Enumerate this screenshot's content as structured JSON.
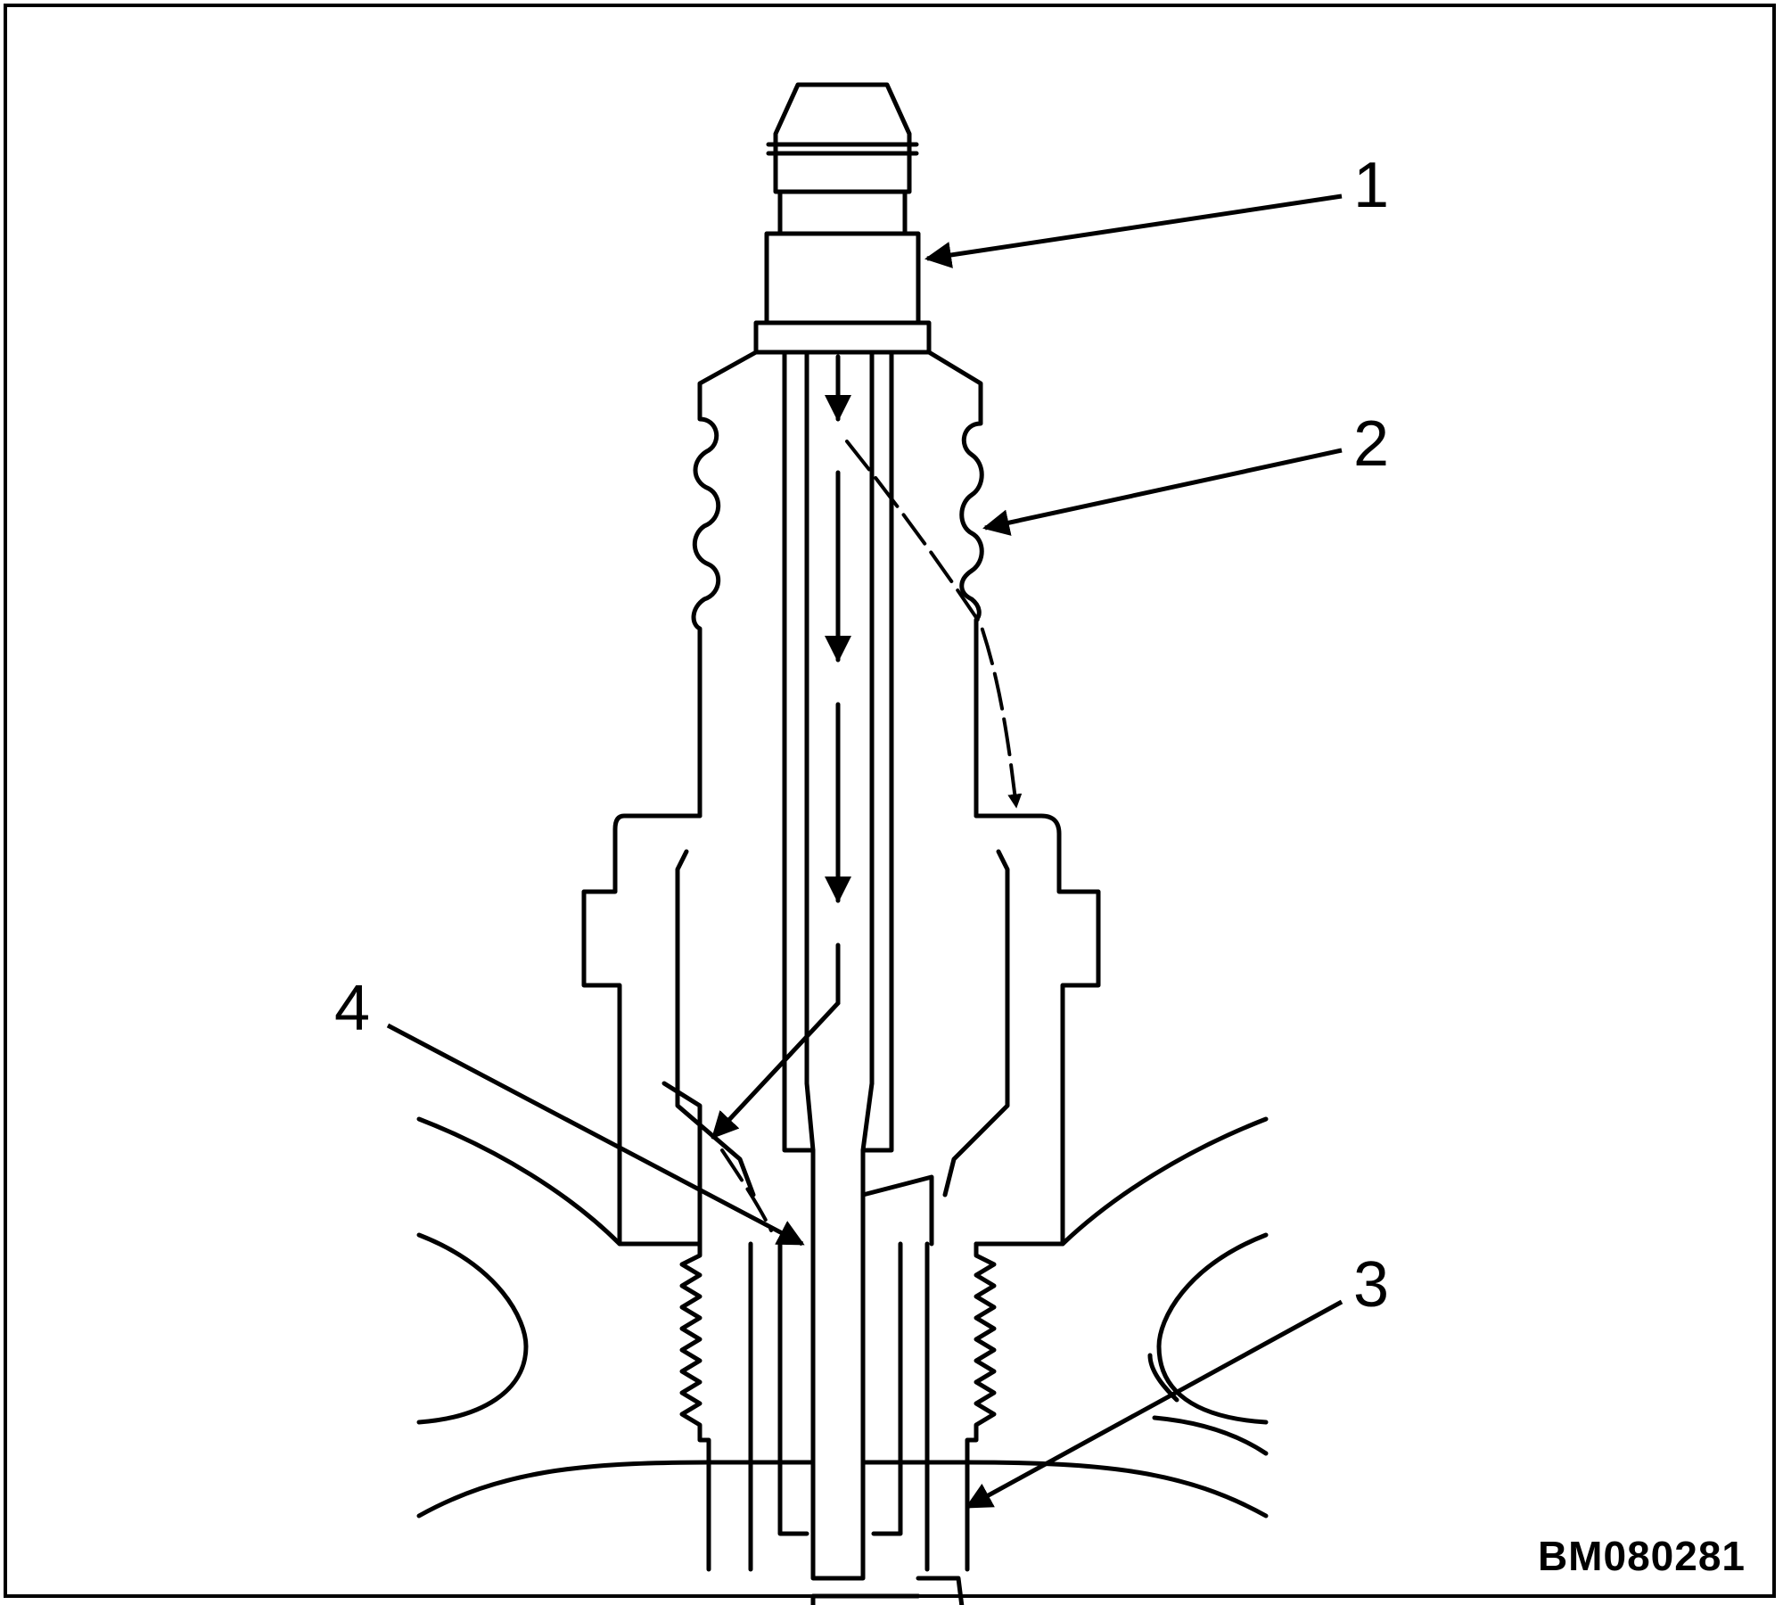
{
  "callouts": {
    "c1": "1",
    "c2": "2",
    "c3": "3",
    "c4": "4"
  },
  "figure_id": "BM080281",
  "colors": {
    "line": "#000000",
    "background": "#ffffff"
  }
}
